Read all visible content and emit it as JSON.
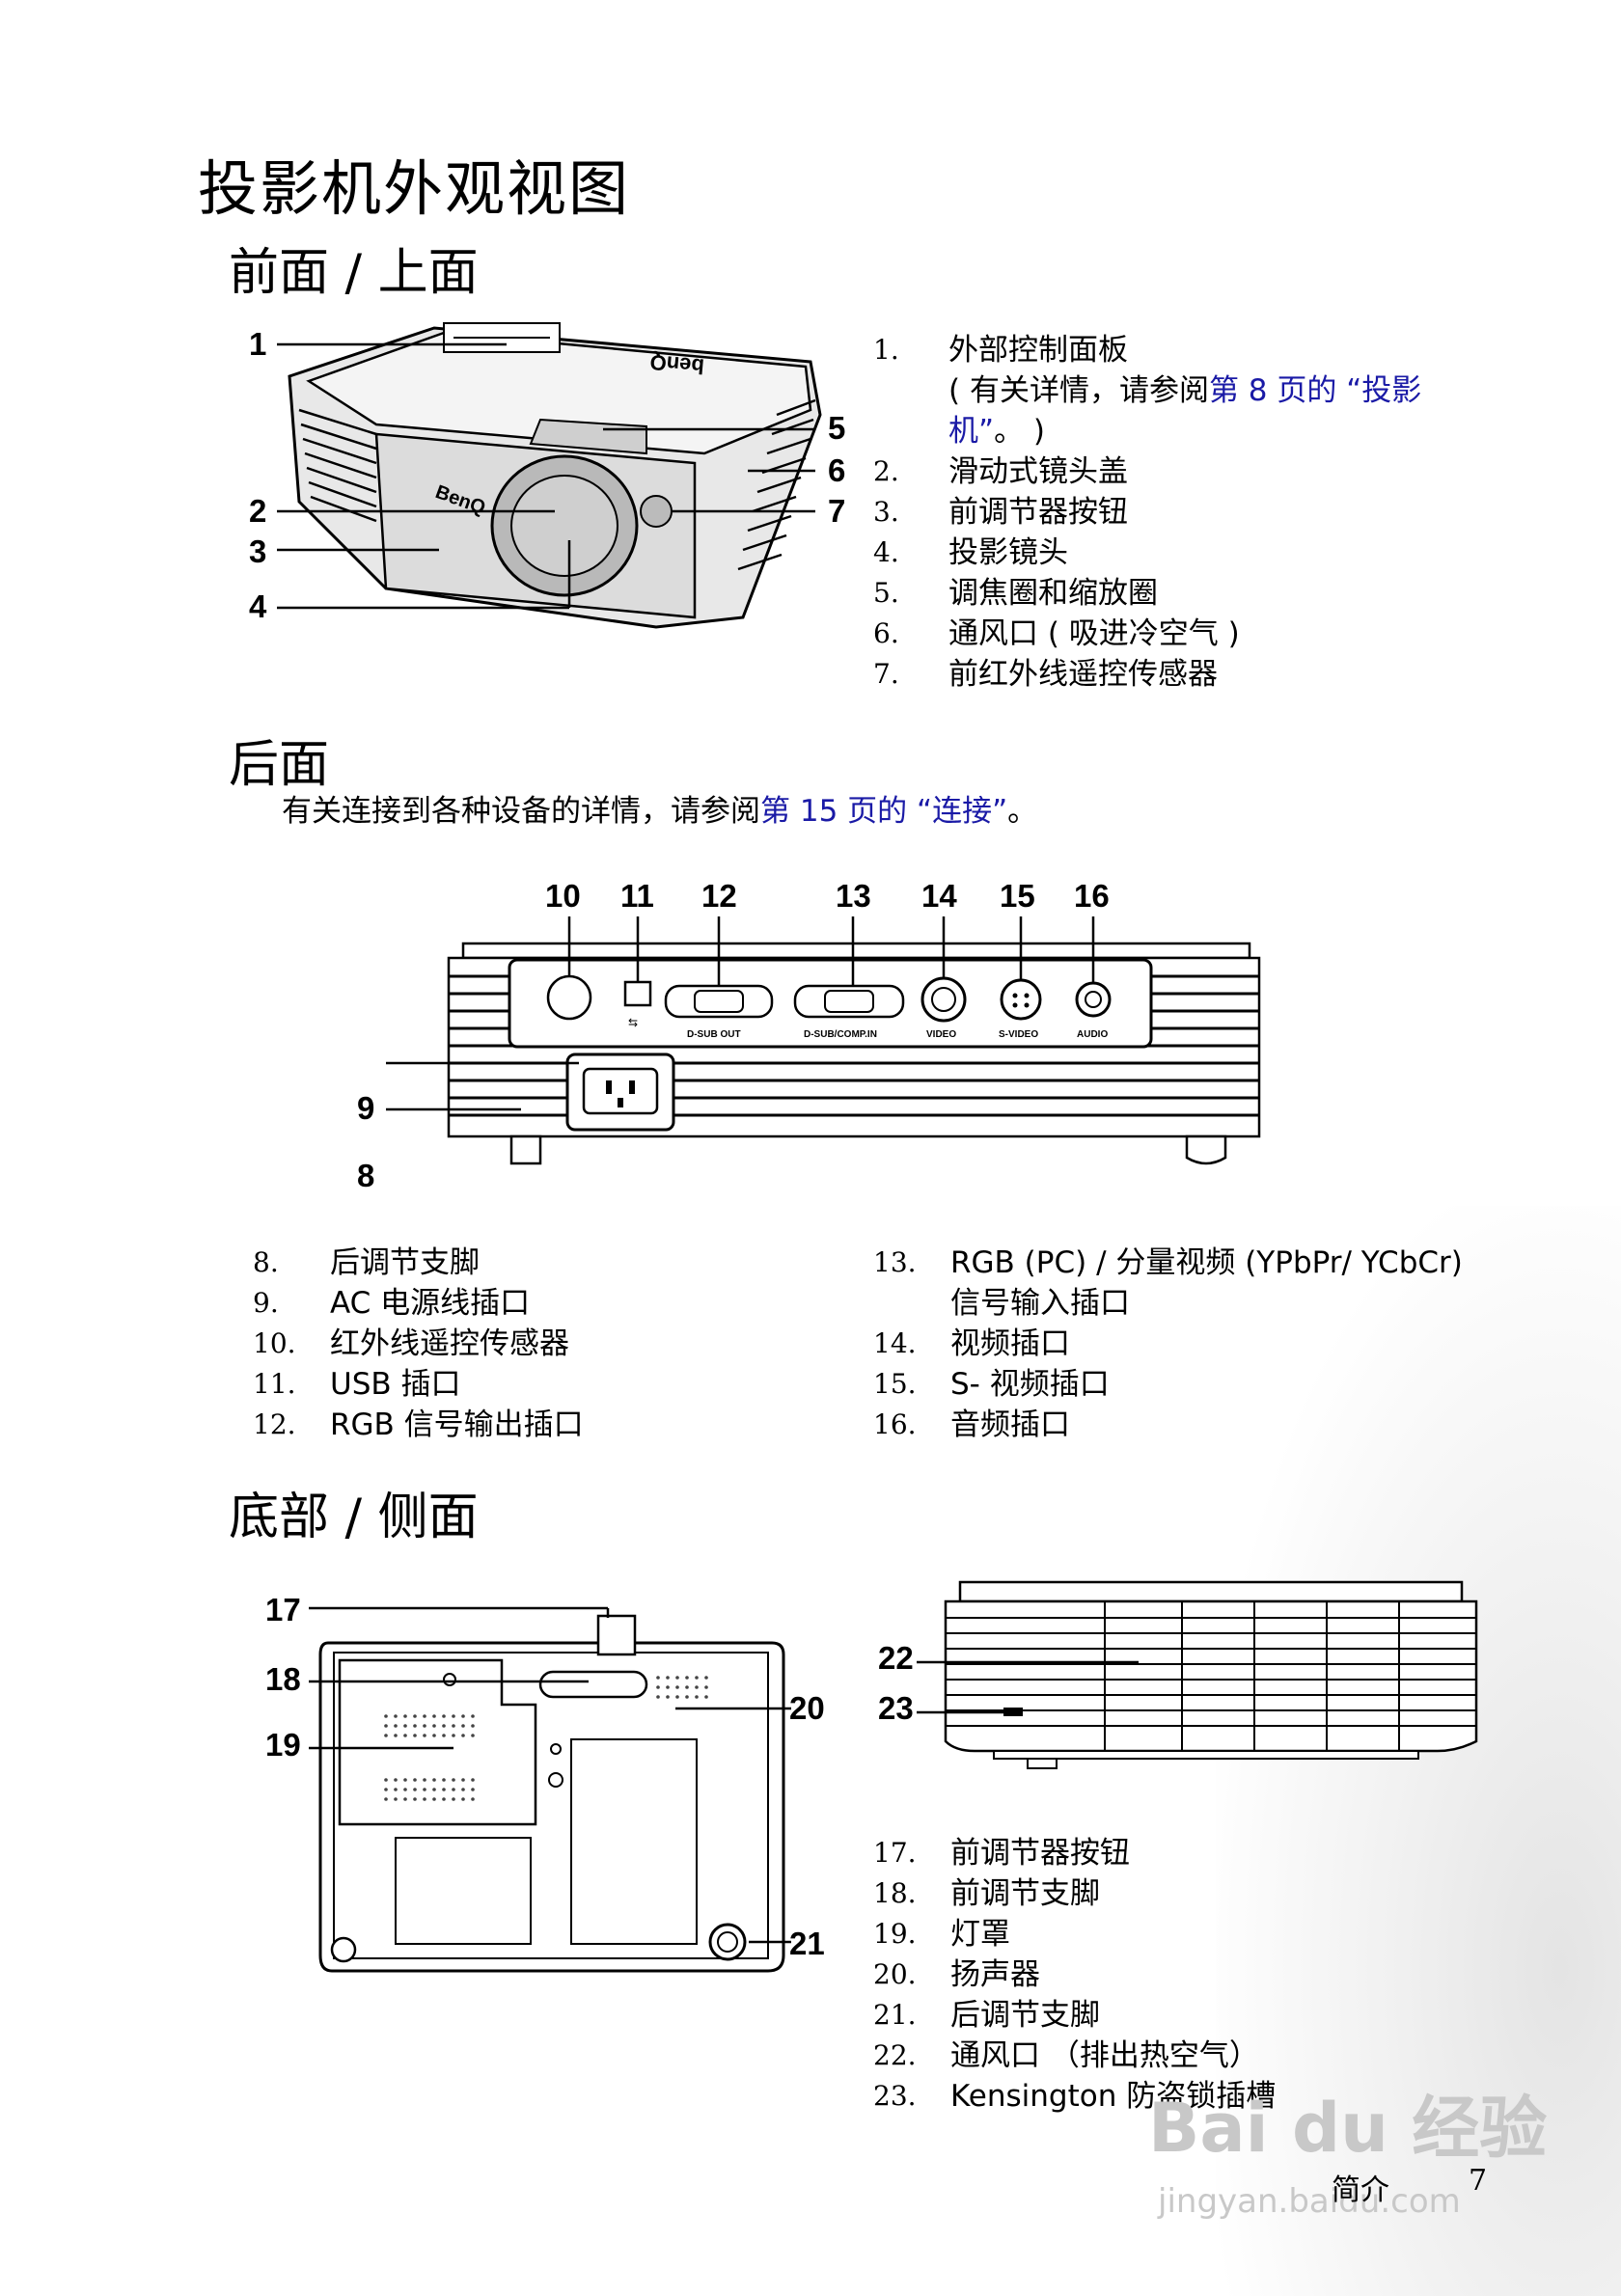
{
  "page": {
    "title": "投影机外观视图",
    "section_front": "前面 / 上面",
    "section_rear": "后面",
    "section_bottom": "底部 / 侧面",
    "rear_intro_pre": "有关连接到各种设备的详情，请参阅",
    "rear_intro_link": "第 15 页的 “连接”",
    "rear_intro_post": "。"
  },
  "front_list": [
    {
      "num": "1.",
      "text": "外部控制面板"
    },
    {
      "num": "",
      "text_pre": "( 有关详情，请参阅",
      "text_link": "第 8 页的 “投影"
    },
    {
      "num": "",
      "text_link": "机”",
      "text_post": "。 )"
    },
    {
      "num": "2.",
      "text": "滑动式镜头盖"
    },
    {
      "num": "3.",
      "text": "前调节器按钮"
    },
    {
      "num": "4.",
      "text": "投影镜头"
    },
    {
      "num": "5.",
      "text": "调焦圈和缩放圈"
    },
    {
      "num": "6.",
      "text": "通风口 ( 吸进冷空气 )"
    },
    {
      "num": "7.",
      "text": "前红外线遥控传感器"
    }
  ],
  "rear_list_left": [
    {
      "num": "8.",
      "text": "后调节支脚"
    },
    {
      "num": "9.",
      "text": "AC 电源线插口"
    },
    {
      "num": "10.",
      "text": "红外线遥控传感器"
    },
    {
      "num": "11.",
      "text": "USB 插口"
    },
    {
      "num": "12.",
      "text": "RGB 信号输出插口"
    }
  ],
  "rear_list_right": [
    {
      "num": "13.",
      "text": "RGB (PC) / 分量视频 (YPbPr/ YCbCr)"
    },
    {
      "num": "",
      "text": "信号输入插口"
    },
    {
      "num": "14.",
      "text": "视频插口"
    },
    {
      "num": "15.",
      "text": "S- 视频插口"
    },
    {
      "num": "16.",
      "text": "音频插口"
    }
  ],
  "bottom_list": [
    {
      "num": "17.",
      "text": "前调节器按钮"
    },
    {
      "num": "18.",
      "text": "前调节支脚"
    },
    {
      "num": "19.",
      "text": "灯罩"
    },
    {
      "num": "20.",
      "text": "扬声器"
    },
    {
      "num": "21.",
      "text": "后调节支脚"
    },
    {
      "num": "22.",
      "text": "通风口 （排出热空气）"
    },
    {
      "num": "23.",
      "text": "Kensington 防盗锁插槽"
    }
  ],
  "front_callouts": [
    "1",
    "2",
    "3",
    "4",
    "5",
    "6",
    "7"
  ],
  "rear_callouts": [
    "10",
    "11",
    "12",
    "13",
    "14",
    "15",
    "16",
    "9",
    "8"
  ],
  "rear_port_labels": [
    "D-SUB OUT",
    "D-SUB/COMP.IN",
    "VIDEO",
    "S-VIDEO",
    "AUDIO"
  ],
  "bottom_callouts": [
    "17",
    "18",
    "19",
    "20",
    "21"
  ],
  "side_callouts": [
    "22",
    "23"
  ],
  "brand_marks": [
    "BenQ",
    "benQ"
  ],
  "footer": {
    "section": "简介",
    "page": "7",
    "watermark_main": "Bai du 经验",
    "watermark_sub": "jingyan.baidu.com"
  }
}
